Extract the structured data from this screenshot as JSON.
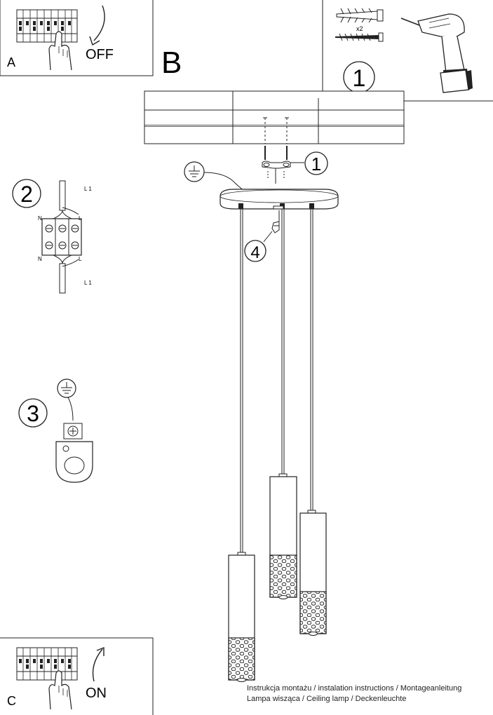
{
  "panels": {
    "a": {
      "letter": "A",
      "state": "OFF",
      "icon": "circuit-breaker-switch-off-icon"
    },
    "b": {
      "letter": "B"
    },
    "c": {
      "letter": "C",
      "state": "ON",
      "icon": "circuit-breaker-switch-on-icon"
    }
  },
  "tools": {
    "step": "1",
    "quantity": "x2",
    "icons": [
      "wall-plug-icon",
      "screw-icon",
      "drill-icon"
    ]
  },
  "steps": {
    "mount_bracket": "1",
    "wiring": "2",
    "ground": "3",
    "cable_lock": "4"
  },
  "terminal": {
    "top_right": "L 1",
    "left_top": "N",
    "right_top": "L",
    "left_bottom": "N",
    "right_bottom": "L",
    "bottom_right": "L 1"
  },
  "footer": {
    "line1": "Instrukcja montażu / instalation instructions / Montageanleitung",
    "line2": "Lampa wisząca / Ceiling lamp / Deckenleuchte"
  }
}
